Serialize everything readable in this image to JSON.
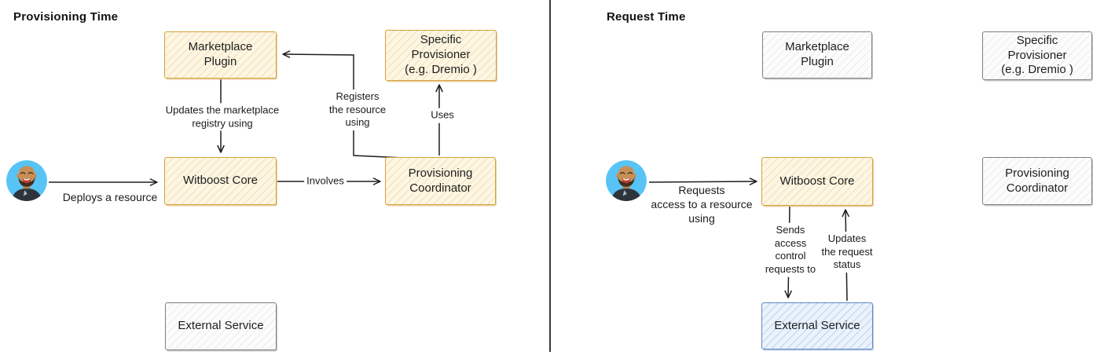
{
  "colors": {
    "yellow_border": "#d6a23a",
    "yellow_fill": "#fdf6e3",
    "gray_border": "#7f7f7f",
    "gray_fill": "#fcfcfc",
    "blue_border": "#5d88c6",
    "blue_fill": "#eaf2fb",
    "line": "#1e1e1e",
    "avatar_background": "#58c4f5"
  },
  "left_panel": {
    "title": "Provisioning Time",
    "nodes": {
      "marketplace_plugin": "Marketplace\nPlugin",
      "specific_provisioner": "Specific\nProvisioner\n(e.g. Dremio )",
      "witboost_core": "Witboost Core",
      "provisioning_coordinator": "Provisioning\nCoordinator",
      "external_service": "External Service"
    },
    "edge_labels": {
      "deploys": "Deploys a resource",
      "updates_registry": "Updates the marketplace\nregistry using",
      "involves": "Involves",
      "registers": "Registers\nthe resource\nusing",
      "uses": "Uses"
    }
  },
  "right_panel": {
    "title": "Request Time",
    "nodes": {
      "marketplace_plugin": "Marketplace\nPlugin",
      "specific_provisioner": "Specific\nProvisioner\n(e.g. Dremio )",
      "witboost_core": "Witboost Core",
      "provisioning_coordinator": "Provisioning\nCoordinator",
      "external_service": "External Service"
    },
    "edge_labels": {
      "requests": "Requests\naccess to a resource\nusing",
      "sends": "Sends\naccess\ncontrol\nrequests to",
      "updates_status": "Updates\nthe request\nstatus"
    }
  }
}
